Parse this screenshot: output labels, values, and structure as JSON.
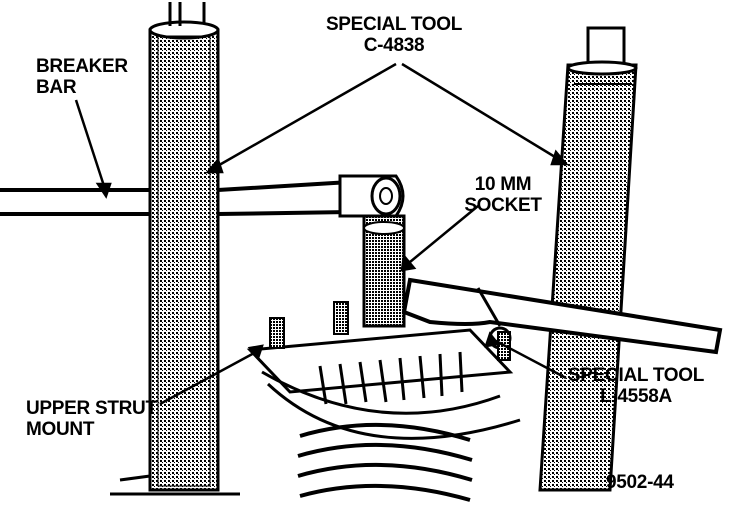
{
  "labels": {
    "breaker_bar": [
      "BREAKER",
      "BAR"
    ],
    "special_tool_c4838": [
      "SPECIAL TOOL",
      "C-4838"
    ],
    "socket_10mm": [
      "10 MM",
      "SOCKET"
    ],
    "special_tool_l4558a": [
      "SPECIAL TOOL",
      "L-4558A"
    ],
    "upper_strut_mount": [
      "UPPER STRUT",
      "MOUNT"
    ],
    "figure_code": "9502-44"
  }
}
